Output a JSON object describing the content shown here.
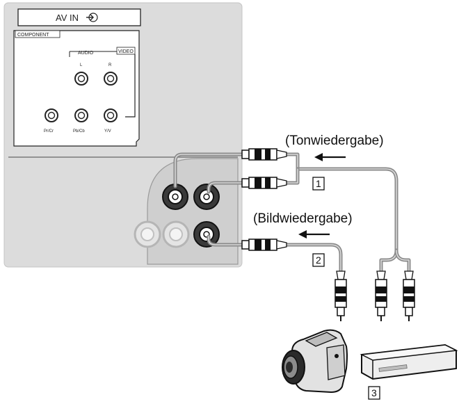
{
  "panel": {
    "av_in_label": "AV IN",
    "component_label": "COMPONENT",
    "audio_label": "AUDIO",
    "video_label": "VIDEO",
    "jack_labels": [
      "L",
      "R",
      "Pr/Cr",
      "Pb/Cb",
      "Y/V"
    ]
  },
  "annotations": {
    "audio_label": "(Tonwiedergabe)",
    "video_label": "(Bildwiedergabe)"
  },
  "callouts": [
    "1",
    "2",
    "3"
  ],
  "colors": {
    "panel_bg": "#dcdcdc",
    "panel_edge": "#bdbdbd",
    "cable": "#8a8a8a",
    "ink": "#111111"
  },
  "icons": [
    "input-arrow-icon",
    "camcorder-icon",
    "dvd-player-icon",
    "arrow-left-icon"
  ]
}
